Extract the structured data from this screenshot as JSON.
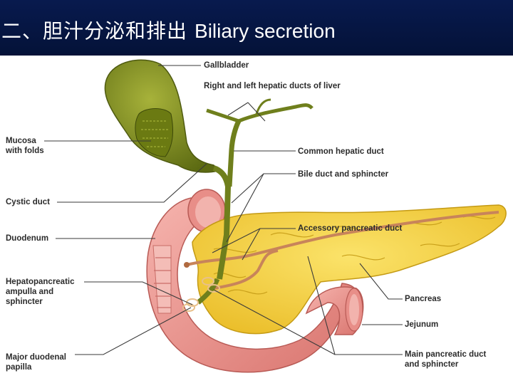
{
  "slide": {
    "title_cn": "二、胆汁分泌和排出",
    "title_en": "Biliary secretion"
  },
  "labels": {
    "gallbladder": [
      "Gallbladder"
    ],
    "hepatic_ducts": [
      "Right and left hepatic ducts of liver"
    ],
    "mucosa": [
      "Mucosa",
      "with folds"
    ],
    "common_hepatic": [
      "Common hepatic duct"
    ],
    "bile_duct": [
      "Bile duct and sphincter"
    ],
    "cystic_duct": [
      "Cystic duct"
    ],
    "accessory_pancreatic": [
      "Accessory pancreatic duct"
    ],
    "duodenum": [
      "Duodenum"
    ],
    "hepatopancreatic": [
      "Hepatopancreatic",
      "ampulla and",
      "sphincter"
    ],
    "pancreas": [
      "Pancreas"
    ],
    "jejunum": [
      "Jejunum"
    ],
    "major_papilla": [
      "Major duodenal",
      "papilla"
    ],
    "main_pancreatic": [
      "Main pancreatic duct",
      "and sphincter"
    ]
  },
  "colors": {
    "title_bg": "#061a4a",
    "gallbladder": "#7a8a1a",
    "duct": "#6f7f1c",
    "duodenum": "#f0a09a",
    "pancreas": "#f3d12e",
    "pancreatic_duct": "#c8845a"
  }
}
